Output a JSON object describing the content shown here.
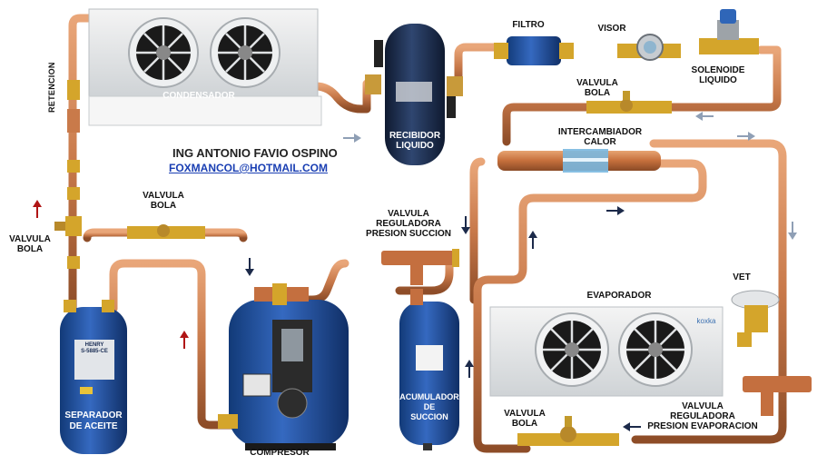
{
  "author": {
    "name": "ING ANTONIO FAVIO OSPINO",
    "email": "FOXMANCOL@HOTMAIL.COM"
  },
  "labels": {
    "retencion": "RETENCION",
    "condensador": "CONDENSADOR",
    "recibidor_line1": "RECIBIDOR",
    "recibidor_line2": "LIQUIDO",
    "filtro": "FILTRO",
    "visor": "VISOR",
    "solenoide_line1": "SOLENOIDE",
    "solenoide_line2": "LIQUIDO",
    "valvula_bola_top_line1": "VALVULA",
    "valvula_bola_top_line2": "BOLA",
    "intercambiador_line1": "INTERCAMBIADOR",
    "intercambiador_line2": "CALOR",
    "valvula_bola_left_line1": "VALVULA",
    "valvula_bola_left_line2": "BOLA",
    "valvula_bola_mid_line1": "VALVULA",
    "valvula_bola_mid_line2": "BOLA",
    "reguladora_succion_line1": "VALVULA",
    "reguladora_succion_line2": "REGULADORA",
    "reguladora_succion_line3": "PRESION SUCCION",
    "vet": "VET",
    "evaporador": "EVAPORADOR",
    "separador_line1": "SEPARADOR",
    "separador_line2": "DE ACEITE",
    "compresor": "COMPRESOR",
    "acumulador_line1": "ACUMULADOR",
    "acumulador_line2": "DE",
    "acumulador_line3": "SUCCION",
    "valvula_bola_bottom_line1": "VALVULA",
    "valvula_bola_bottom_line2": "BOLA",
    "reguladora_evap_line1": "VALVULA",
    "reguladora_evap_line2": "REGULADORA",
    "reguladora_evap_line3": "PRESION EVAPORACION"
  },
  "product_marks": {
    "evaporador_brand": "koxka",
    "separador_brand": "HENRY",
    "separador_model": "S-5885-CE"
  },
  "colors": {
    "copper": "#c8794a",
    "brass": "#d4a52b",
    "tank_blue": "#1f4f9e",
    "receiver_navy": "#1c2a4a",
    "flow_arrow_dark": "#1c2a4a",
    "flow_arrow_red": "#b01515",
    "flow_arrow_gray": "#8f9fb5"
  }
}
